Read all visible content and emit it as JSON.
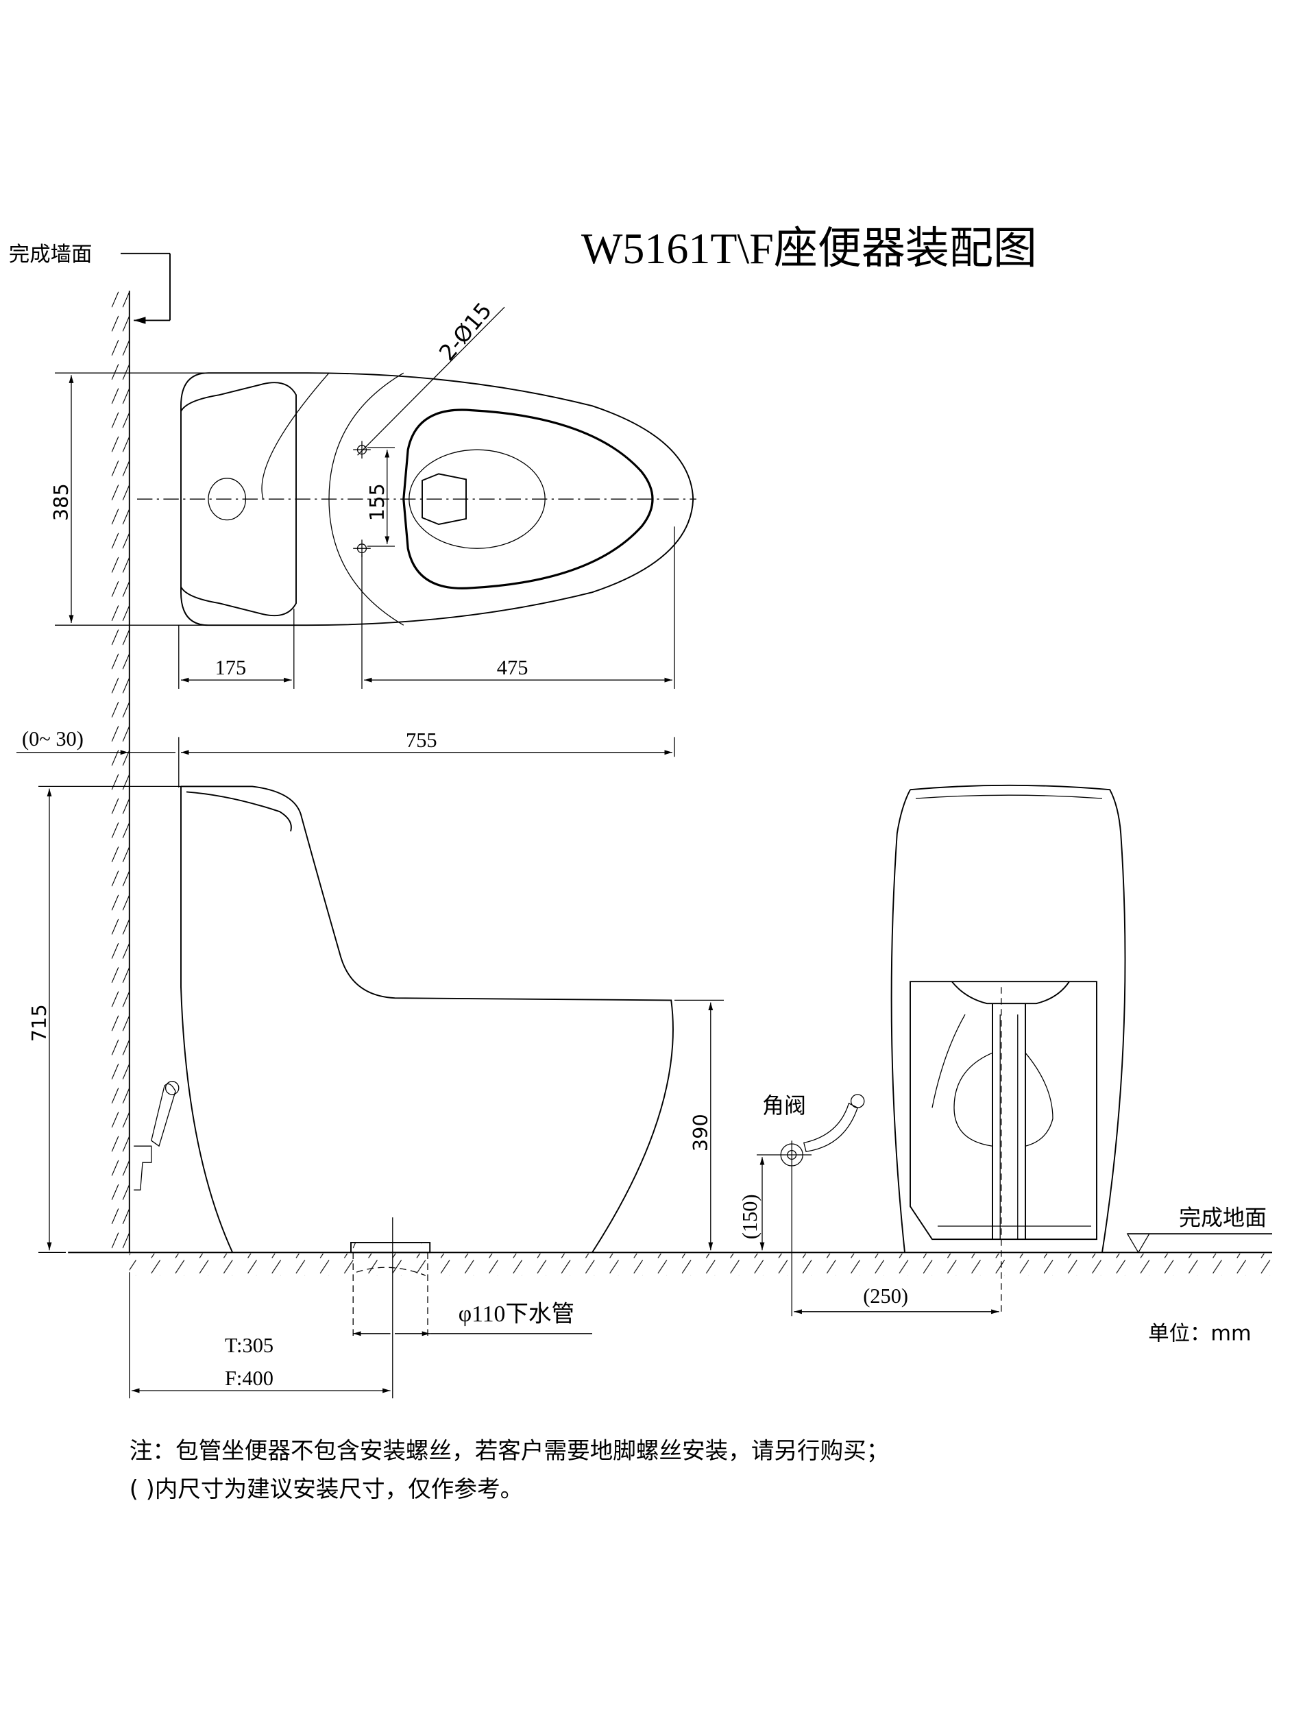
{
  "title": "W5161T\\F座便器装配图",
  "labels": {
    "finished_wall": "完成墙面",
    "finished_floor": "完成地面",
    "angle_valve": "角阀",
    "drain_pipe": "φ110下水管",
    "unit": "单位：mm",
    "bolt_holes": "2-Ø15"
  },
  "dimensions": {
    "width": "385",
    "bolt_spacing": "155",
    "tank_depth": "175",
    "bolt_to_front": "475",
    "wall_gap": "(0~ 30)",
    "length": "755",
    "height": "715",
    "seat_height": "390",
    "valve_height": "(150)",
    "valve_offset": "(250)",
    "rough_in_t": "T:305",
    "rough_in_f": "F:400"
  },
  "notes": [
    "注：包管坐便器不包含安装螺丝，若客户需要地脚螺丝安装，请另行购买；",
    "( )内尺寸为建议安装尺寸，仅作参考。"
  ]
}
